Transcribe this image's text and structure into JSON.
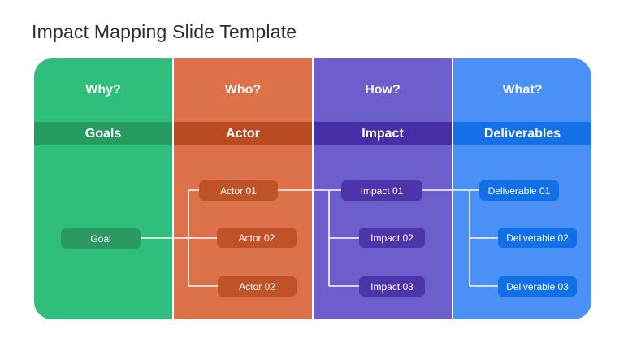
{
  "title": "Impact Mapping Slide Template",
  "connector_color": "#ffffff",
  "columns": [
    {
      "question": "Why?",
      "category": "Goals",
      "colors": {
        "bg": "#2FBE7B",
        "band": "#269B5F",
        "box": "#2B9862"
      },
      "items": [
        "Goal"
      ]
    },
    {
      "question": "Who?",
      "category": "Actor",
      "colors": {
        "bg": "#DD7149",
        "band": "#BA4A1F",
        "box": "#C05228"
      },
      "items": [
        "Actor 01",
        "Actor 02",
        "Actor 02"
      ]
    },
    {
      "question": "How?",
      "category": "Impact",
      "colors": {
        "bg": "#6C5FCC",
        "band": "#452EA6",
        "box": "#4C35AA"
      },
      "items": [
        "Impact 01",
        "Impact 02",
        "Impact 03"
      ]
    },
    {
      "question": "What?",
      "category": "Deliverables",
      "colors": {
        "bg": "#4A90F6",
        "band": "#1470E9",
        "box": "#0F70E8"
      },
      "items": [
        "Deliverable 01",
        "Deliverable 02",
        "Deliverable 03"
      ]
    }
  ]
}
